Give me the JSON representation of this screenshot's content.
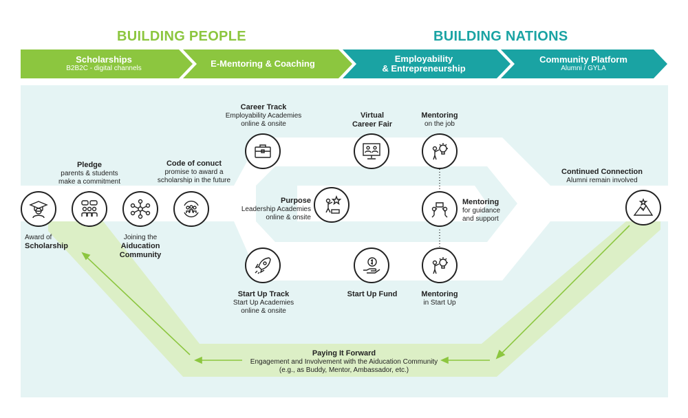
{
  "headings": {
    "left": "BUILDING PEOPLE",
    "right": "BUILDING NATIONS"
  },
  "banners": [
    {
      "title": "Scholarships",
      "subtitle": "B2B2C - digital channels"
    },
    {
      "title": "E-Mentoring & Coaching",
      "subtitle": ""
    },
    {
      "title": "Employability",
      "title2": "& Entrepreneurship",
      "subtitle": ""
    },
    {
      "title": "Community Platform",
      "subtitle": "Alumni / GYLA"
    }
  ],
  "colors": {
    "green": "#8cc63f",
    "teal": "#1aa3a3",
    "panel": "#e5f4f4",
    "path_green": "#dcefc6"
  },
  "nodes": {
    "award": {
      "line1": "Award of",
      "bold": "Scholarship",
      "icon": "graduate-icon"
    },
    "pledge": {
      "bold": "Pledge",
      "line1": "parents & students",
      "line2": "make a commitment",
      "icon": "group-discussion-icon"
    },
    "community": {
      "line1": "Joining the",
      "bold": "Aiducation",
      "bold2": "Community",
      "icon": "network-icon"
    },
    "conduct": {
      "bold": "Code of conuct",
      "line1": "promise to award a",
      "line2": "scholarship in the future",
      "icon": "team-cycle-icon"
    },
    "career": {
      "bold": "Career Track",
      "line1": "Employability Academies",
      "line2": "online & onsite",
      "icon": "briefcase-icon"
    },
    "purpose": {
      "bold": "Purpose",
      "line1": "Leadership Academies",
      "line2": "online & onsite",
      "icon": "goal-climb-icon"
    },
    "startup": {
      "bold": "Start Up Track",
      "line1": "Start Up Academies",
      "line2": "online & onsite",
      "icon": "rocket-icon"
    },
    "fair": {
      "bold": "Virtual",
      "bold2": "Career Fair",
      "icon": "video-conference-icon"
    },
    "fund": {
      "bold": "Start Up Fund",
      "icon": "money-hand-icon"
    },
    "mentor_job": {
      "bold": "Mentoring",
      "line1": "on the job",
      "icon": "idea-person-icon"
    },
    "mentor_guidance": {
      "bold": "Mentoring",
      "line1": "for guidance",
      "line2": "and support",
      "icon": "support-puzzle-icon"
    },
    "mentor_startup": {
      "bold": "Mentoring",
      "line1": "in Start Up",
      "icon": "idea-person-icon"
    },
    "continued": {
      "bold": "Continued Connection",
      "line1": "Alumni remain involved",
      "icon": "mountain-star-icon"
    }
  },
  "paying_forward": {
    "bold": "Paying It Forward",
    "line1": "Engagement and Involvement with the Aiducation Community",
    "line2": "(e.g., as Buddy, Mentor, Ambassador, etc.)"
  }
}
